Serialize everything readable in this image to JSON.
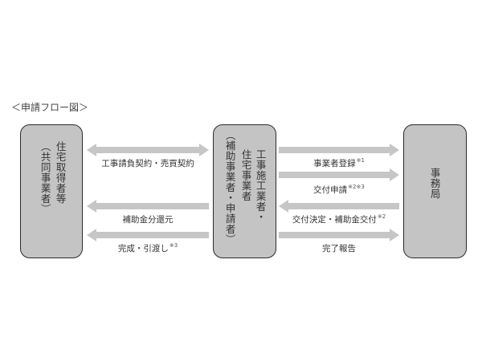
{
  "diagram": {
    "title": "＜申請フロー図＞",
    "colors": {
      "box_fill": "#c4c4c4",
      "box_border": "#2a2a2a",
      "arrow": "#c6c6c6",
      "text": "#333333"
    },
    "nodes": [
      {
        "id": "buyer",
        "lines": [
          "住宅取得者等",
          "（共同事業者）"
        ]
      },
      {
        "id": "contractor",
        "lines": [
          "工事施工業者・",
          "住宅事業者",
          "（補助事業者・申請者）"
        ]
      },
      {
        "id": "office",
        "lines": [
          "事務局"
        ]
      }
    ],
    "edges_left": [
      {
        "label": "工事請負契約・売買契約",
        "note": "",
        "direction": "both"
      },
      {
        "label": "補助金分還元",
        "note": "",
        "direction": "left"
      },
      {
        "label": "完成・引渡し",
        "note": "※3",
        "direction": "left"
      }
    ],
    "edges_right": [
      {
        "label": "事業者登録",
        "note": "※1",
        "direction": "right"
      },
      {
        "label": "交付申請",
        "note": "※2※3",
        "direction": "right"
      },
      {
        "label": "交付決定・補助金交付",
        "note": "※2",
        "direction": "left"
      },
      {
        "label": "完了報告",
        "note": "",
        "direction": "right"
      }
    ]
  }
}
